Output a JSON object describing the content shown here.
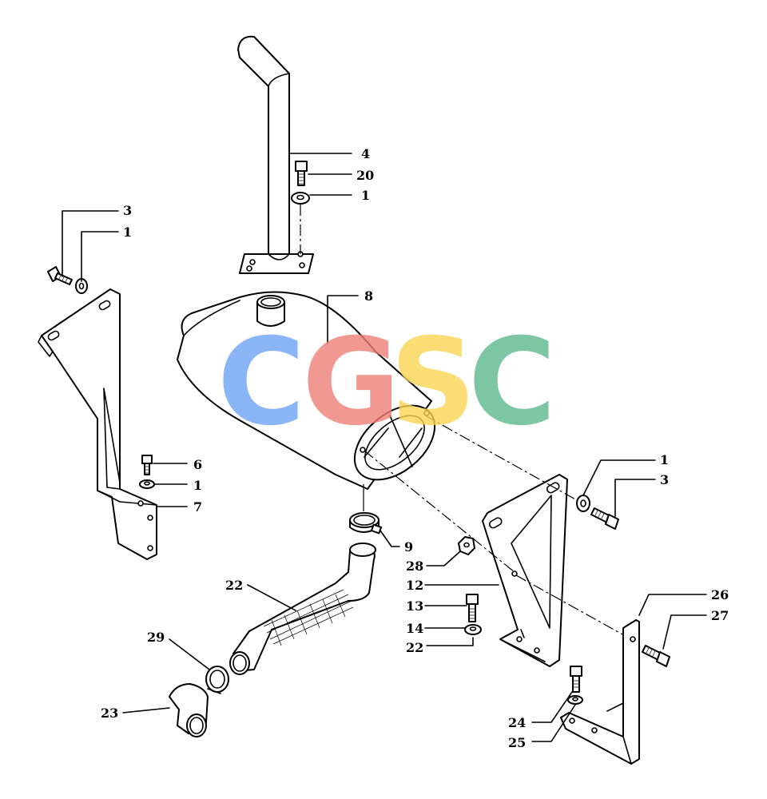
{
  "watermark": {
    "letters": [
      {
        "char": "C",
        "color": "#6ea3f5"
      },
      {
        "char": "G",
        "color": "#f07f77"
      },
      {
        "char": "S",
        "color": "#f9d552"
      },
      {
        "char": "C",
        "color": "#5db88e"
      }
    ]
  },
  "callouts": {
    "c4": "4",
    "c20": "20",
    "c1_top": "1",
    "c3_left": "3",
    "c1_left": "1",
    "c8": "8",
    "c6": "6",
    "c1_mid": "1",
    "c7": "7",
    "c1_right": "1",
    "c3_right": "3",
    "c9": "9",
    "c28": "28",
    "c12": "12",
    "c22_hose": "22",
    "c13": "13",
    "c14": "14",
    "c22_right": "22",
    "c26": "26",
    "c27": "27",
    "c29": "29",
    "c23": "23",
    "c24": "24",
    "c25": "25"
  }
}
